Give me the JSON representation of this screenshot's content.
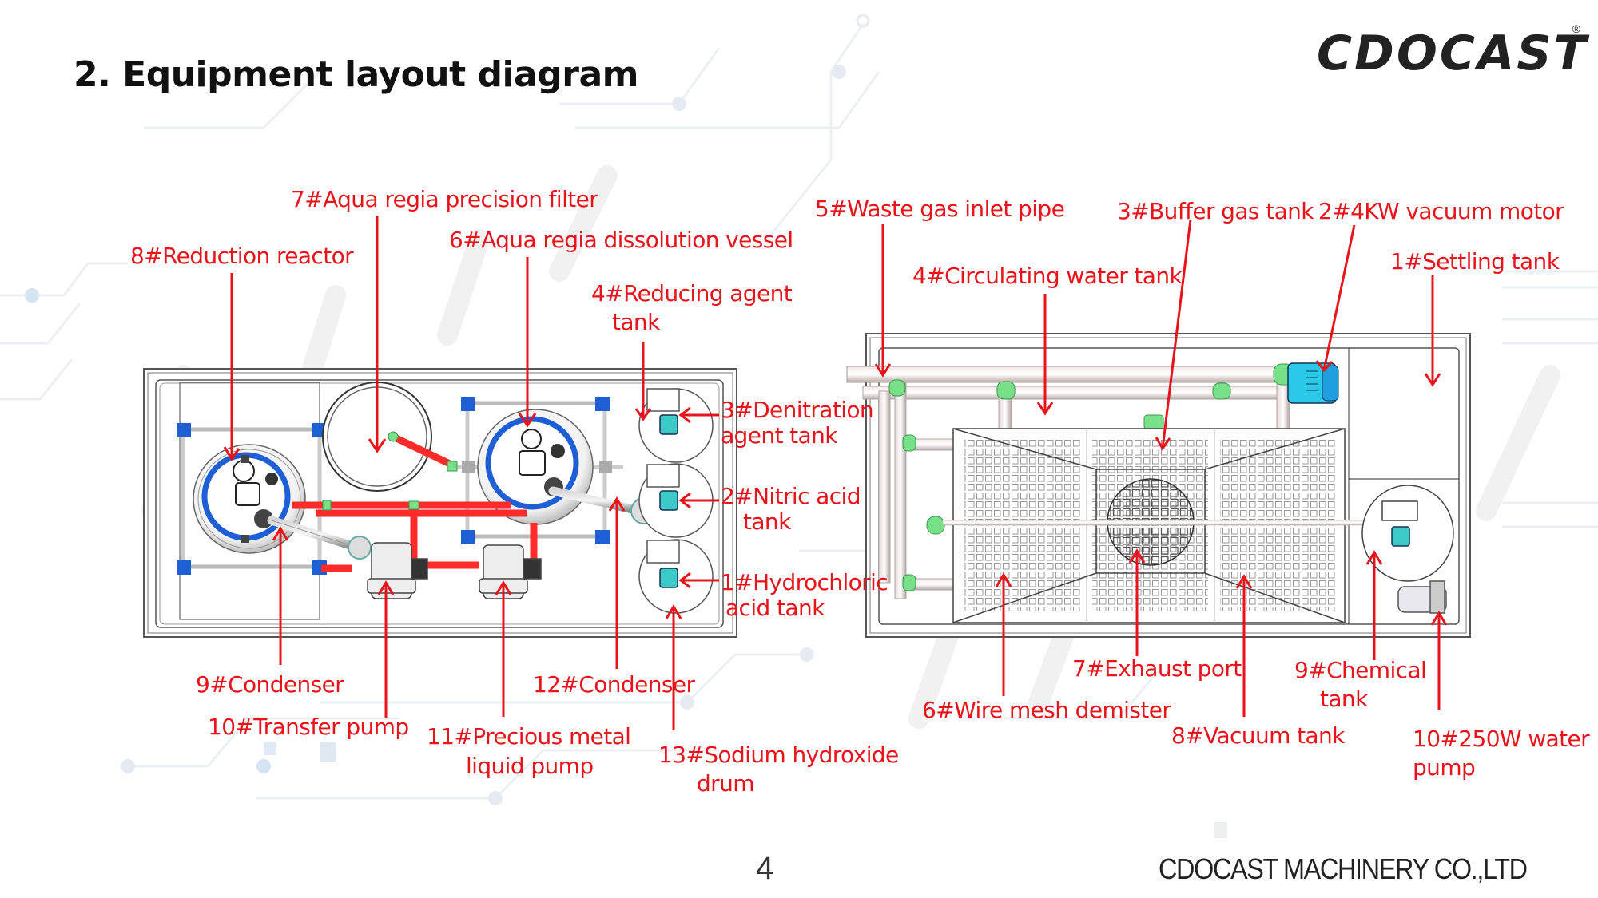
{
  "page": {
    "title": "2. Equipment layout diagram",
    "page_number": "4",
    "company": "CDOCAST MACHINERY CO.,LTD"
  },
  "logo": {
    "text": "CDOCAST",
    "registered_mark": "®"
  },
  "colors": {
    "label_red": "#e8141b",
    "pipe_red": "#ff2a2a",
    "frame_blue": "#1f5fd6",
    "fitting_green": "#79e08a",
    "motor_cyan": "#2cc8e8"
  },
  "left_diagram": {
    "labels": {
      "l7": "7#Aqua regia precision filter",
      "l8": "8#Reduction reactor",
      "l6": "6#Aqua regia dissolution vessel",
      "l4a": "4#Reducing agent",
      "l4b": "tank",
      "l3a": "3#Denitration",
      "l3b": "agent tank",
      "l2a": "2#Nitric acid",
      "l2b": "tank",
      "l1a": "1#Hydrochloric",
      "l1b": "acid tank",
      "l9": "9#Condenser",
      "l10": "10#Transfer pump",
      "l11a": "11#Precious metal",
      "l11b": "liquid  pump",
      "l12": "12#Condenser",
      "l13a": "13#Sodium hydroxide",
      "l13b": "drum"
    }
  },
  "right_diagram": {
    "labels": {
      "r5": "5#Waste gas inlet pipe",
      "r3": "3#Buffer gas tank",
      "r2": "2#4KW vacuum motor",
      "r4": "4#Circulating water tank",
      "r1": "1#Settling tank",
      "r7": "7#Exhaust port",
      "r6": "6#Wire mesh demister",
      "r9a": "9#Chemical",
      "r9b": "tank",
      "r8": "8#Vacuum tank",
      "r10a": "10#250W water",
      "r10b": "pump"
    }
  }
}
